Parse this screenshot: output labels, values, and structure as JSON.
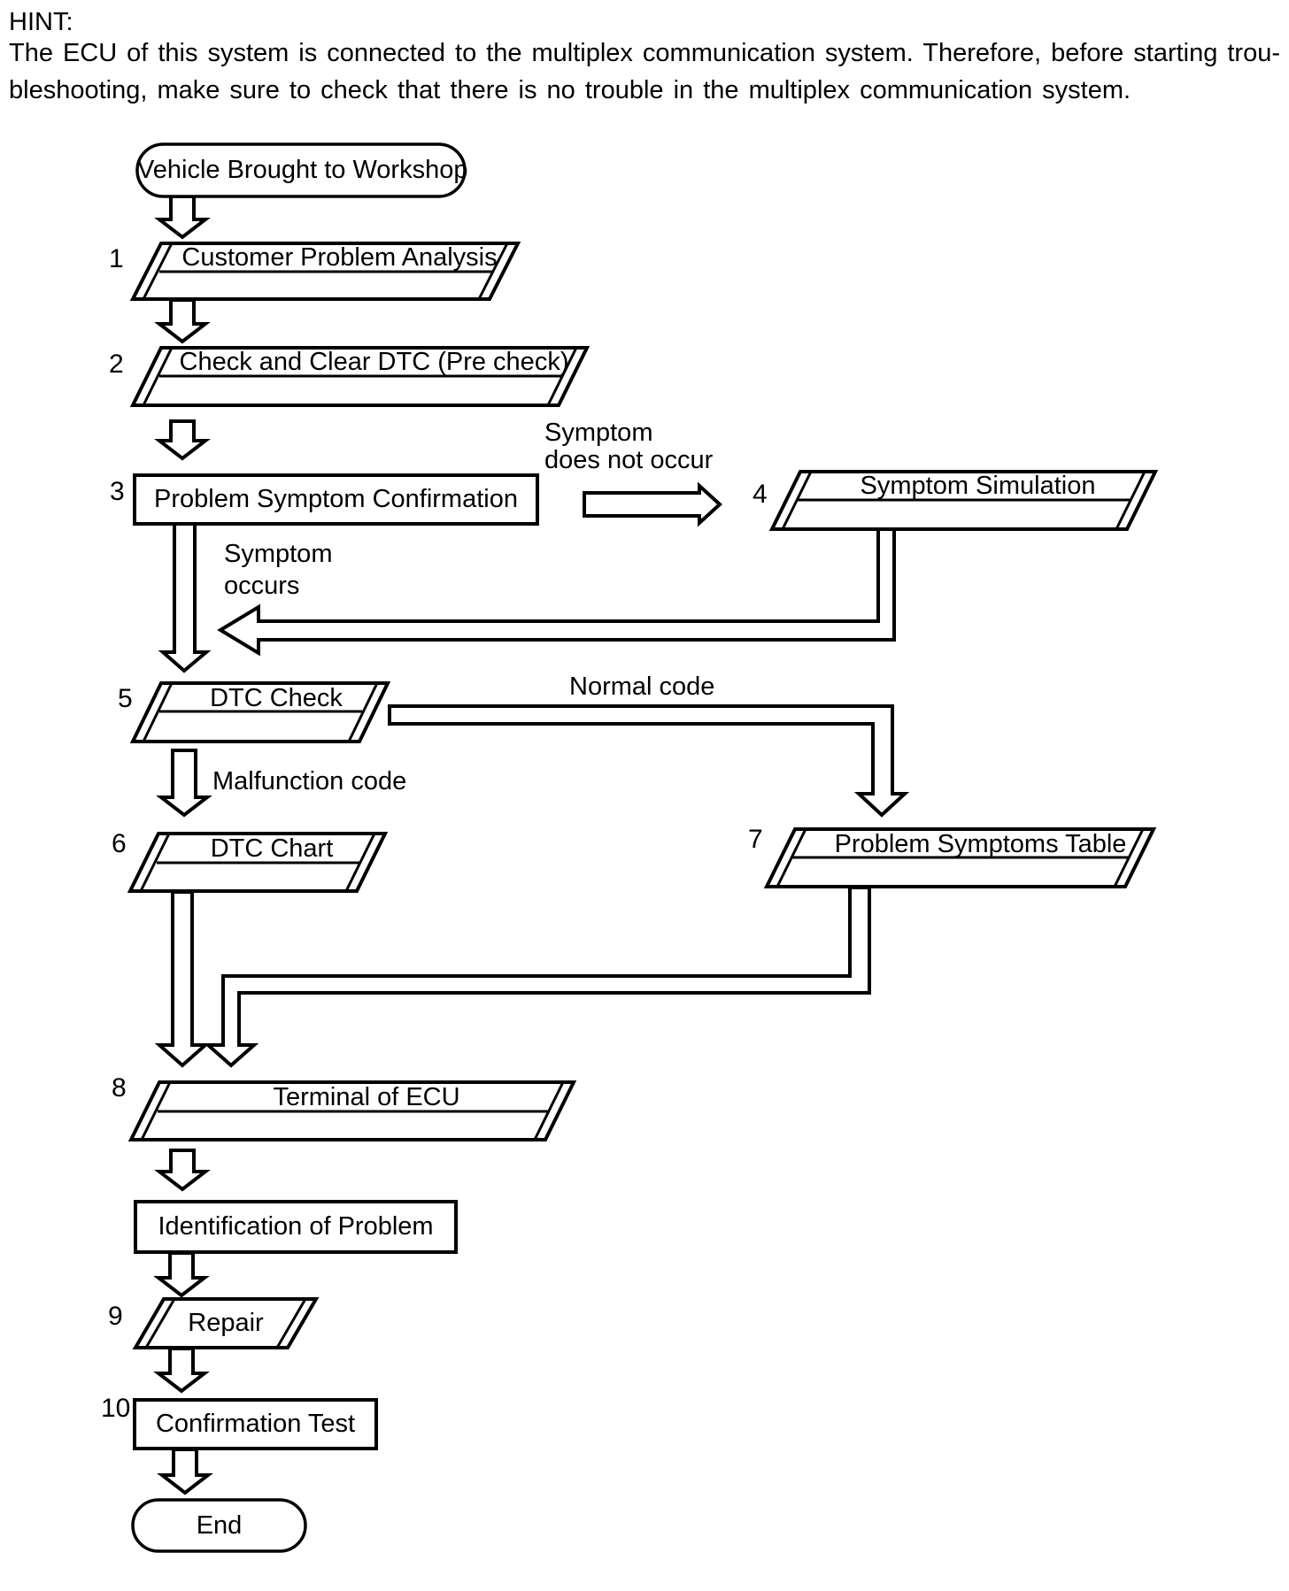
{
  "hint": {
    "title": "HINT:",
    "line1": "The ECU of this system is connected to the multiplex communication system. Therefore, before starting trou-",
    "line2": "bleshooting, make sure to check that there is no trouble in the multiplex communication system."
  },
  "flow": {
    "start": "Vehicle Brought to Workshop",
    "end": "End",
    "steps": {
      "s1": {
        "num": "1",
        "label": "Customer Problem Analysis"
      },
      "s2": {
        "num": "2",
        "label": "Check and Clear DTC (Pre check)"
      },
      "s3": {
        "num": "3",
        "label": "Problem Symptom Confirmation"
      },
      "s4": {
        "num": "4",
        "label": "Symptom Simulation"
      },
      "s5": {
        "num": "5",
        "label": "DTC Check"
      },
      "s6": {
        "num": "6",
        "label": "DTC Chart"
      },
      "s7": {
        "num": "7",
        "label": "Problem Symptoms Table"
      },
      "s8": {
        "num": "8",
        "label": "Terminal of ECU"
      },
      "ident": {
        "label": "Identification of Problem"
      },
      "s9": {
        "num": "9",
        "label": "Repair"
      },
      "s10": {
        "num": "10",
        "label": "Confirmation Test"
      }
    },
    "edges": {
      "symptom_does_not_occur_line1": "Symptom",
      "symptom_does_not_occur_line2": "does not occur",
      "symptom_occurs_line1": "Symptom",
      "symptom_occurs_line2": "occurs",
      "normal_code": "Normal code",
      "malfunction_code": "Malfunction code"
    }
  },
  "colors": {
    "ink": "#000000",
    "background": "#ffffff"
  }
}
